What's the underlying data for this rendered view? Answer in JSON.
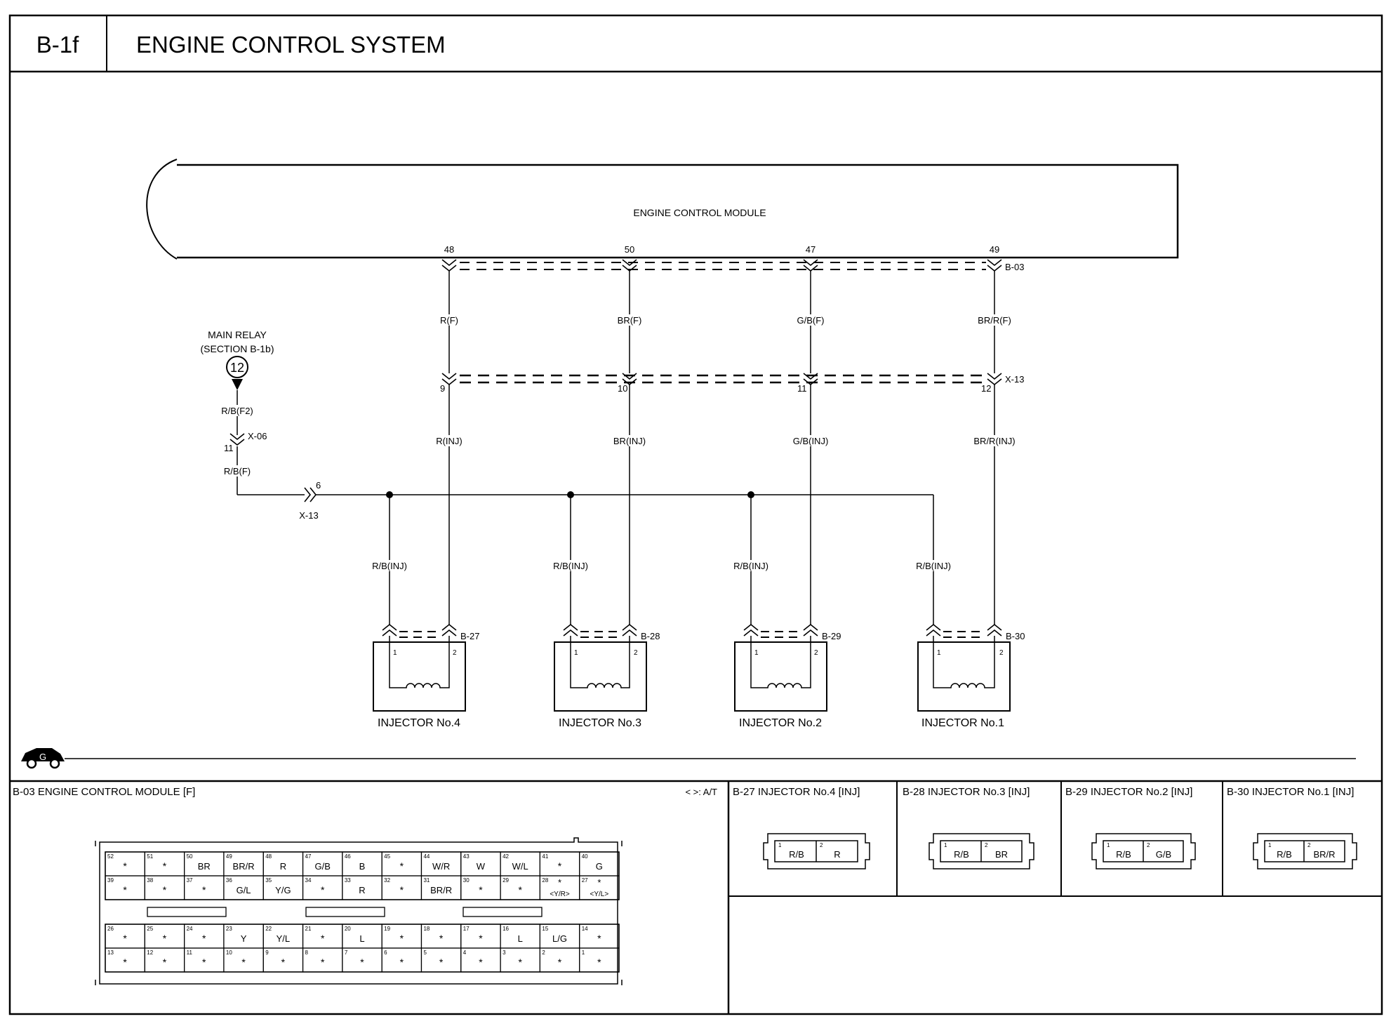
{
  "header": {
    "section_code": "B-1f",
    "title": "ENGINE CONTROL SYSTEM"
  },
  "diagram": {
    "ecm": {
      "label": "ENGINE CONTROL MODULE",
      "connector": "B-03",
      "pins": [
        "48",
        "50",
        "47",
        "49"
      ]
    },
    "main_relay": {
      "label_line1": "MAIN RELAY",
      "label_line2": "(SECTION B-1b)",
      "ref_number": "12",
      "wire_top": "R/B(F2)",
      "connector": "X-06",
      "connector_pin": "11",
      "wire_bottom": "R/B(F)"
    },
    "x13_left": {
      "connector": "X-13",
      "pin": "6"
    },
    "x13_right": {
      "connector": "X-13",
      "pins": [
        "9",
        "10",
        "11",
        "12"
      ]
    },
    "ecm_wires": [
      "R(F)",
      "BR(F)",
      "G/B(F)",
      "BR/R(F)"
    ],
    "inj_wires": [
      "R(INJ)",
      "BR(INJ)",
      "G/B(INJ)",
      "BR/R(INJ)"
    ],
    "feed_wire": "R/B(INJ)",
    "injectors": [
      {
        "name": "INJECTOR No.4",
        "connector": "B-27",
        "pin1": "1",
        "pin2": "2"
      },
      {
        "name": "INJECTOR No.3",
        "connector": "B-28",
        "pin1": "1",
        "pin2": "2"
      },
      {
        "name": "INJECTOR No.2",
        "connector": "B-29",
        "pin1": "1",
        "pin2": "2"
      },
      {
        "name": "INJECTOR No.1",
        "connector": "B-30",
        "pin1": "1",
        "pin2": "2"
      }
    ],
    "ground_symbol_letter": "G"
  },
  "connectors": {
    "ecm": {
      "title": "B-03 ENGINE CONTROL MODULE [F]",
      "note": "< >: A/T",
      "rows": [
        [
          [
            "52",
            "*"
          ],
          [
            "51",
            "*"
          ],
          [
            "50",
            "BR"
          ],
          [
            "49",
            "BR/R"
          ],
          [
            "48",
            "R"
          ],
          [
            "47",
            "G/B"
          ],
          [
            "46",
            "B"
          ],
          [
            "45",
            "*"
          ],
          [
            "44",
            "W/R"
          ],
          [
            "43",
            "W"
          ],
          [
            "42",
            "W/L"
          ],
          [
            "41",
            "*"
          ],
          [
            "40",
            "G"
          ]
        ],
        [
          [
            "39",
            "*"
          ],
          [
            "38",
            "*"
          ],
          [
            "37",
            "*"
          ],
          [
            "36",
            "G/L"
          ],
          [
            "35",
            "Y/G"
          ],
          [
            "34",
            "*"
          ],
          [
            "33",
            "R"
          ],
          [
            "32",
            "*"
          ],
          [
            "31",
            "BR/R"
          ],
          [
            "30",
            "*"
          ],
          [
            "29",
            "*"
          ],
          [
            "28",
            "* <Y/R>"
          ],
          [
            "27",
            "* <Y/L>"
          ]
        ],
        [
          [
            "26",
            "*"
          ],
          [
            "25",
            "*"
          ],
          [
            "24",
            "*"
          ],
          [
            "23",
            "Y"
          ],
          [
            "22",
            "Y/L"
          ],
          [
            "21",
            "*"
          ],
          [
            "20",
            "L"
          ],
          [
            "19",
            "*"
          ],
          [
            "18",
            "*"
          ],
          [
            "17",
            "*"
          ],
          [
            "16",
            "L"
          ],
          [
            "15",
            "L/G"
          ],
          [
            "14",
            "*"
          ]
        ],
        [
          [
            "13",
            "*"
          ],
          [
            "12",
            "*"
          ],
          [
            "11",
            "*"
          ],
          [
            "10",
            "*"
          ],
          [
            "9",
            "*"
          ],
          [
            "8",
            "*"
          ],
          [
            "7",
            "*"
          ],
          [
            "6",
            "*"
          ],
          [
            "5",
            "*"
          ],
          [
            "4",
            "*"
          ],
          [
            "3",
            "*"
          ],
          [
            "2",
            "*"
          ],
          [
            "1",
            "*"
          ]
        ]
      ]
    },
    "injectors": [
      {
        "title": "B-27 INJECTOR No.4 [INJ]",
        "pin1": "1",
        "wire1": "R/B",
        "pin2": "2",
        "wire2": "R"
      },
      {
        "title": "B-28 INJECTOR No.3 [INJ]",
        "pin1": "1",
        "wire1": "R/B",
        "pin2": "2",
        "wire2": "BR"
      },
      {
        "title": "B-29 INJECTOR No.2 [INJ]",
        "pin1": "1",
        "wire1": "R/B",
        "pin2": "2",
        "wire2": "G/B"
      },
      {
        "title": "B-30 INJECTOR No.1 [INJ]",
        "pin1": "1",
        "wire1": "R/B",
        "pin2": "2",
        "wire2": "BR/R"
      }
    ]
  }
}
